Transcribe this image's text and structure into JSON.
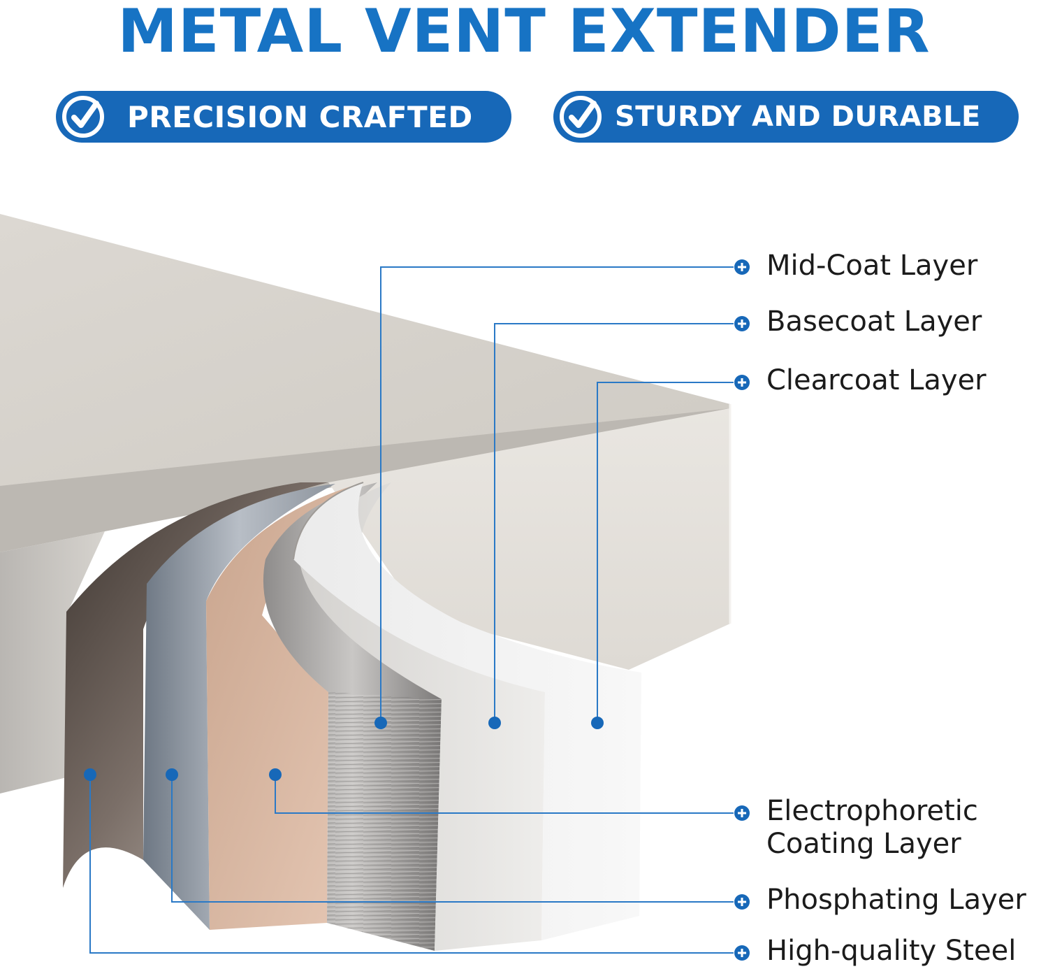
{
  "title": "METAL VENT EXTENDER",
  "badges": [
    {
      "label": "PRECISION CRAFTED",
      "icon": "check-icon"
    },
    {
      "label": "STURDY AND DURABLE",
      "icon": "check-icon"
    }
  ],
  "layers": {
    "mid_coat": "Mid-Coat Layer",
    "basecoat": "Basecoat Layer",
    "clearcoat": "Clearcoat Layer",
    "electrophoretic_1": "Electrophoretic",
    "electrophoretic_2": "Coating Layer",
    "phosphating": "Phosphating Layer",
    "steel": "High-quality Steel"
  },
  "colors": {
    "brand_blue": "#1773c4",
    "badge_blue": "#1768b8",
    "leader_line": "#2a79c6"
  }
}
